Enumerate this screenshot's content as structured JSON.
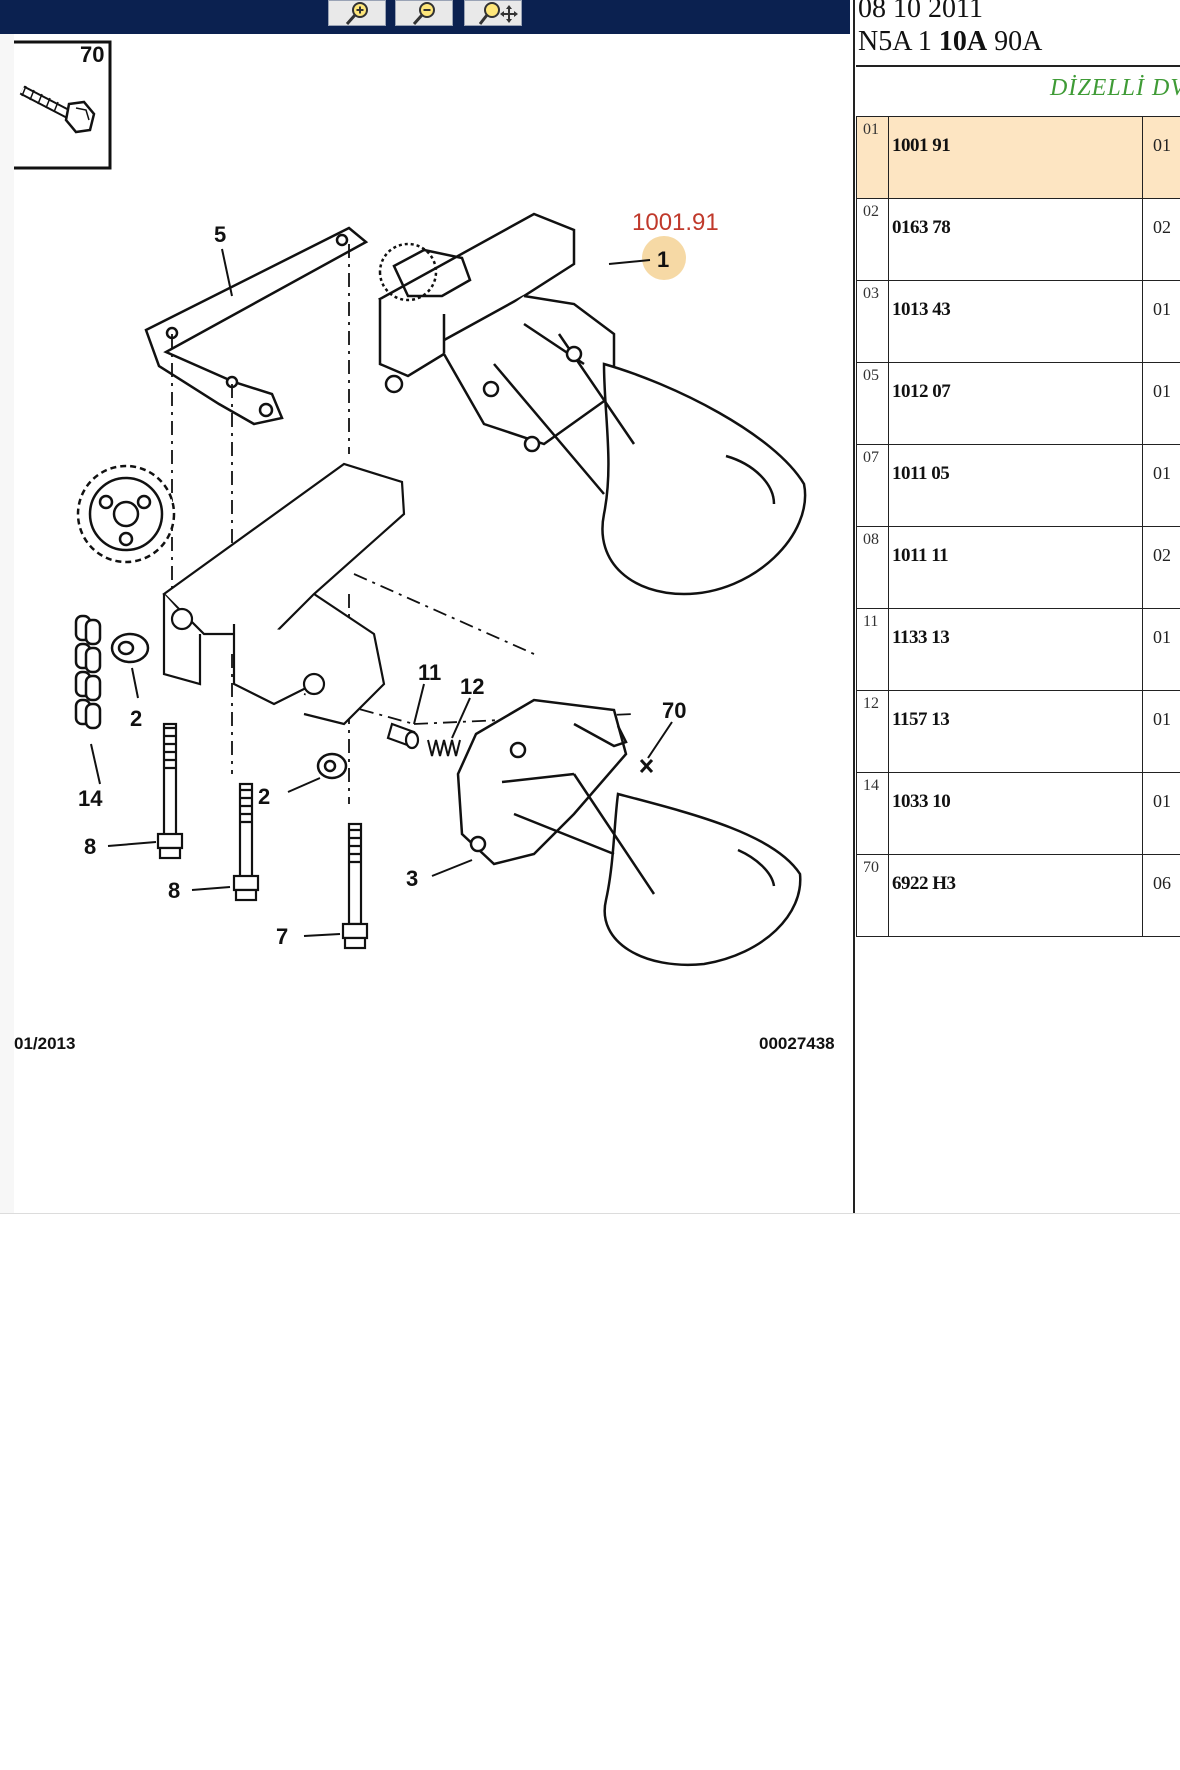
{
  "toolbar": {
    "icons": [
      "zoom-in-icon",
      "zoom-out-icon",
      "pan-icon"
    ]
  },
  "diagram": {
    "inset_label": "70",
    "highlight_ref": "1001.91",
    "callouts": {
      "c1": "1",
      "c5": "5",
      "c14": "14",
      "c2a": "2",
      "c2b": "2",
      "c8a": "8",
      "c8b": "8",
      "c7": "7",
      "c11": "11",
      "c12": "12",
      "c70": "70",
      "c3": "3"
    },
    "footer_left": "01/2013",
    "footer_right": "00027438"
  },
  "header": {
    "date": "08 10 2011",
    "code_a": "N5A 1 ",
    "code_b": "10A",
    "code_c": " 90A",
    "category": "DİZELLİ DV"
  },
  "parts": [
    {
      "idx": "01",
      "ref": "1001 91",
      "qty": "01"
    },
    {
      "idx": "02",
      "ref": "0163 78",
      "qty": "02"
    },
    {
      "idx": "03",
      "ref": "1013 43",
      "qty": "01"
    },
    {
      "idx": "05",
      "ref": "1012 07",
      "qty": "01"
    },
    {
      "idx": "07",
      "ref": "1011 05",
      "qty": "01"
    },
    {
      "idx": "08",
      "ref": "1011 11",
      "qty": "02"
    },
    {
      "idx": "11",
      "ref": "1133 13",
      "qty": "01"
    },
    {
      "idx": "12",
      "ref": "1157 13",
      "qty": "01"
    },
    {
      "idx": "14",
      "ref": "1033 10",
      "qty": "01"
    },
    {
      "idx": "70",
      "ref": "6922 H3",
      "qty": "06"
    }
  ]
}
